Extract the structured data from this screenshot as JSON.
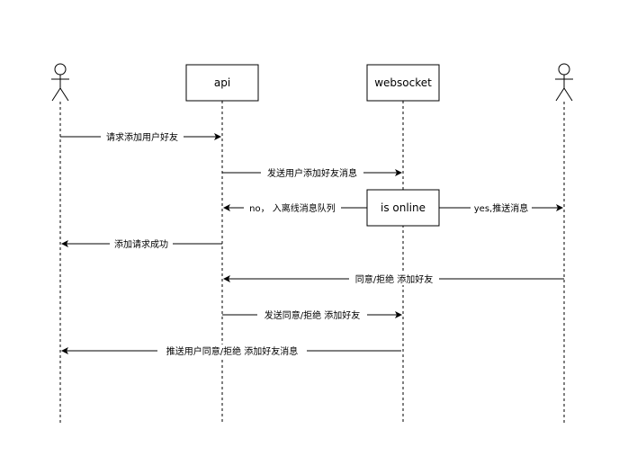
{
  "participants": {
    "api": "api",
    "websocket": "websocket"
  },
  "status_box": "is online",
  "messages": {
    "m1": "请求添加用户好友",
    "m2": "发送用户添加好友消息",
    "m3": "no，  入离线消息队列",
    "m4": "yes,推送消息",
    "m5": "添加请求成功",
    "m6": "同意/拒绝 添加好友",
    "m7": "发送同意/拒绝 添加好友",
    "m8": "推送用户同意/拒绝 添加好友消息"
  }
}
